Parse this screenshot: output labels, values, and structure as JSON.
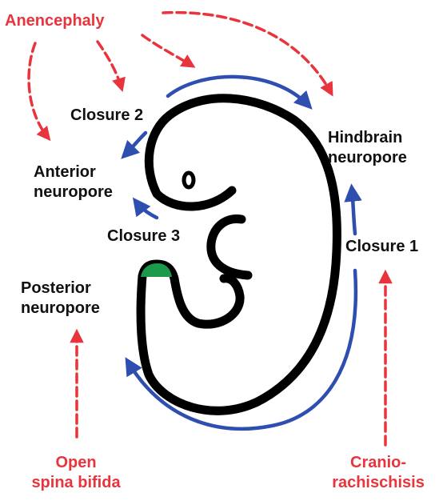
{
  "labels": {
    "anencephaly": "Anencephaly",
    "closure_2": "Closure 2",
    "closure_3": "Closure 3",
    "closure_1": "Closure 1",
    "anterior_neuropore": [
      "Anterior",
      "neuropore"
    ],
    "hindbrain_neuropore": [
      "Hindbrain",
      "neuropore"
    ],
    "posterior_neuropore": [
      "Posterior",
      "neuropore"
    ],
    "open_spina_bifida": [
      "Open",
      "spina bifida"
    ],
    "craniorachischisis": [
      "Cranio-",
      "rachischisis"
    ]
  },
  "colors": {
    "outline": "#000000",
    "closure_arrow": "#2f4fb0",
    "defect_arrow": "#e8343c",
    "posterior_neuropore_patch": "#1a9a4a",
    "label_text": "#111111",
    "defect_text": "#e8343c"
  }
}
